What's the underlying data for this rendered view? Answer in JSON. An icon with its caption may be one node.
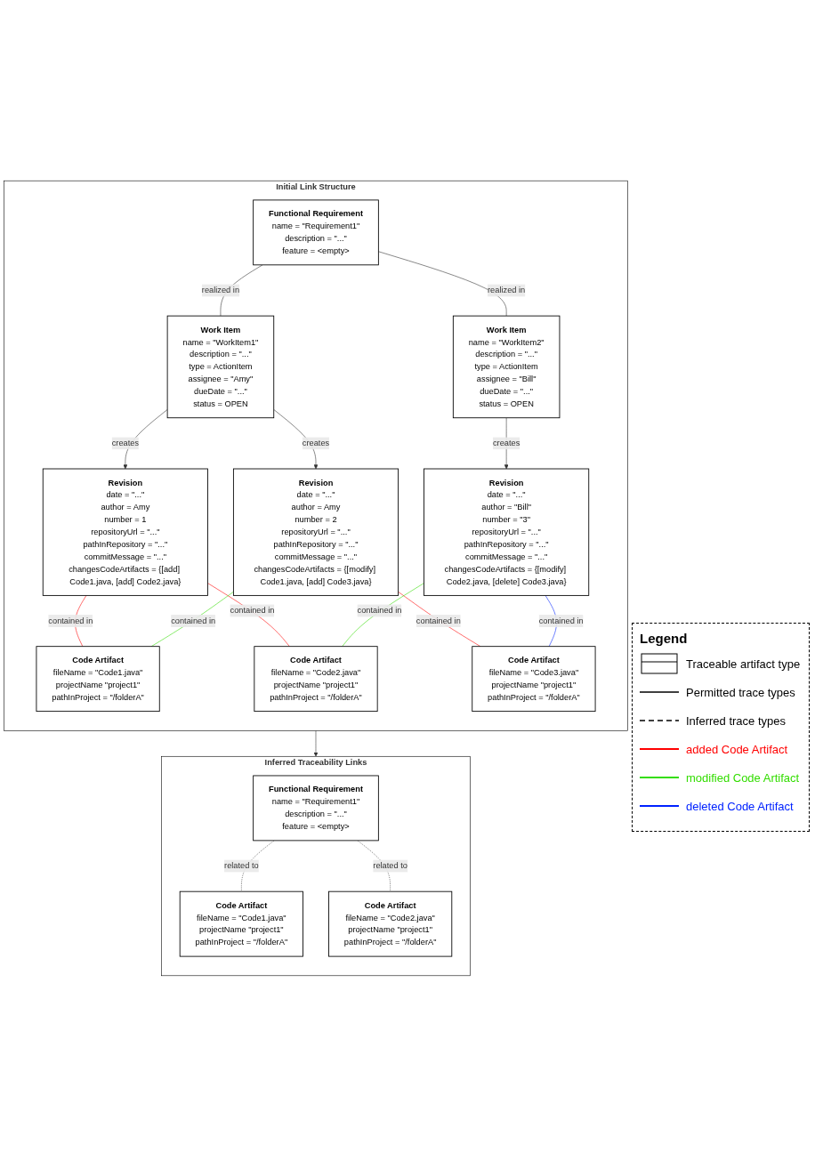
{
  "diagram": {
    "nodes": [
      {
        "text": [
          "Initial Link Structure"
        ]
      },
      {
        "text": [
          "Functional Requirement",
          "name = \"Requirement1\"",
          "description = \"...\"",
          "feature = <empty>"
        ],
        "in": 0
      },
      {
        "text": [
          "Work Item",
          "name = \"WorkItem1\"",
          "description = \"...\"",
          "type = ActionItem",
          "assignee = \"Amy\"",
          "dueDate = \"...\"",
          "status = OPEN"
        ],
        "in": 0
      },
      {
        "text": [
          "Work Item",
          "name = \"WorkItem2\"",
          "description = \"...\"",
          "type = ActionItem",
          "assignee = \"Bill\"",
          "dueDate = \"...\"",
          "status = OPEN"
        ],
        "in": 0
      },
      {
        "text": [
          "Revision",
          "date = \"...\"",
          "author = Amy",
          "number = 1",
          "repositoryUrl = \"...\"",
          "pathInRepository = \"...\"",
          "commitMessage = \"...\"",
          "changesCodeArtifacts = {[add] Code1.java, [add] Code2.java}"
        ],
        "in": 0
      },
      {
        "text": [
          "Revision",
          "date = \"...\"",
          "author = Amy",
          "number = 2",
          "repositoryUrl = \"...\"",
          "pathInRepository = \"...\"",
          "commitMessage = \"...\"",
          "changesCodeArtifacts = {[modify] Code1.java, [add] Code3.java}"
        ],
        "in": 0
      },
      {
        "text": [
          "Revision",
          "date = \"...\"",
          "author = \"Bill\"",
          "number = \"3\"",
          "repositoryUrl = \"...\"",
          "pathInRepository = \"...\"",
          "commitMessage = \"...\"",
          "changesCodeArtifacts = {[modify] Code2.java, [delete] Code3.java}"
        ],
        "in": 0
      },
      {
        "text": [
          "Code Artifact",
          "fileName = \"Code1.java\"",
          "projectName \"project1\"",
          "pathInProject = \"/folderA\""
        ],
        "in": 0
      },
      {
        "text": [
          "Code Artifact",
          "fileName = \"Code2.java\"",
          "projectName \"project1\"",
          "pathInProject = \"/folderA\""
        ],
        "in": 0
      },
      {
        "text": [
          "Code Artifact",
          "fileName = \"Code3.java\"",
          "projectName \"project1\"",
          "pathInProject = \"/folderA\""
        ],
        "in": 0
      },
      {
        "text": [
          "Inferred Traceability Links"
        ]
      },
      {
        "text": [
          "Functional Requirement",
          "name = \"Requirement1\"",
          "description = \"...\"",
          "feature = <empty>"
        ],
        "in": 10
      },
      {
        "text": [
          "Code Artifact",
          "fileName = \"Code1.java\"",
          "projectName \"project1\"",
          "pathInProject = \"/folderA\""
        ],
        "in": 10
      },
      {
        "text": [
          "Code Artifact",
          "fileName = \"Code2.java\"",
          "projectName \"project1\"",
          "pathInProject = \"/folderA\""
        ],
        "in": 10
      }
    ],
    "edges": [
      {
        "from": 1,
        "to": 2,
        "arrow": "none",
        "label": "realized in"
      },
      {
        "from": 1,
        "to": 3,
        "arrow": "none",
        "label": "realized in"
      },
      {
        "from": 2,
        "to": 4,
        "arrow": "to",
        "label": "creates"
      },
      {
        "from": 2,
        "to": 5,
        "arrow": "to",
        "label": "creates"
      },
      {
        "from": 3,
        "to": 6,
        "arrow": "to",
        "label": "creates"
      },
      {
        "from": 4,
        "to": 7,
        "arrow": "none",
        "label": "contained in",
        "color": "#ff0000"
      },
      {
        "from": 4,
        "to": 8,
        "arrow": "none",
        "label": "contained in",
        "color": "#ff0000"
      },
      {
        "from": 5,
        "to": 7,
        "arrow": "none",
        "label": "contained in",
        "color": "#33dd00"
      },
      {
        "from": 5,
        "to": 9,
        "arrow": "none",
        "label": "contained in",
        "color": "#ff0000"
      },
      {
        "from": 6,
        "to": 8,
        "arrow": "none",
        "label": "contained in",
        "color": "#33dd00"
      },
      {
        "from": 6,
        "to": 9,
        "arrow": "none",
        "label": "contained in",
        "color": "#0022ff"
      },
      {
        "from": 0,
        "to": 10,
        "arrow": "to"
      },
      {
        "from": 11,
        "to": 12,
        "arrow": "none",
        "label": "related to",
        "style": "dashed"
      },
      {
        "from": 11,
        "to": 13,
        "arrow": "none",
        "label": "related to",
        "style": "dashed"
      }
    ],
    "labels": [
      "Legend"
    ],
    "legend": [
      {
        "text": "Traceable artifact type"
      },
      {
        "text": "Permitted trace types"
      },
      {
        "text": "Inferred trace types"
      },
      {
        "text": "added Code Artifact",
        "color": "#ff0000"
      },
      {
        "text": "modified Code Artifact",
        "color": "#33dd00"
      },
      {
        "text": "deleted Code Artifact",
        "color": "#0022ff"
      }
    ]
  }
}
